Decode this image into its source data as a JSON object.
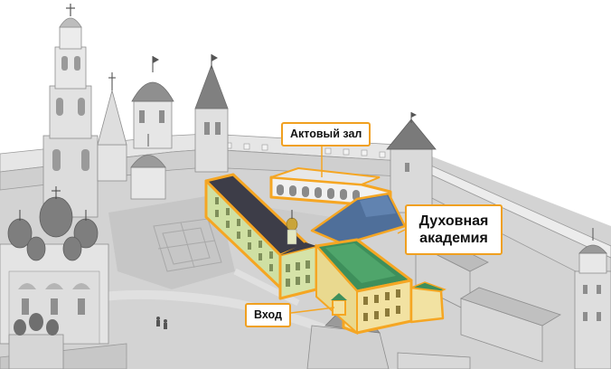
{
  "map": {
    "labels": {
      "assembly_hall": "Актовый зал",
      "academy_line1": "Духовная",
      "academy_line2": "академия",
      "entrance": "Вход"
    },
    "highlighted_buildings": [
      "Духовная академия",
      "Актовый зал"
    ],
    "colors": {
      "callout_border": "#f0a020",
      "highlight_outline": "#f5a623",
      "roof_green": "#3e8f5b",
      "roof_dark": "#3d3d48",
      "roof_blue": "#4f6f9a",
      "facade_yellow": "#f2e2a2",
      "facade_green": "#cfe0a3",
      "monochrome_base": "#b8b8b8"
    }
  }
}
